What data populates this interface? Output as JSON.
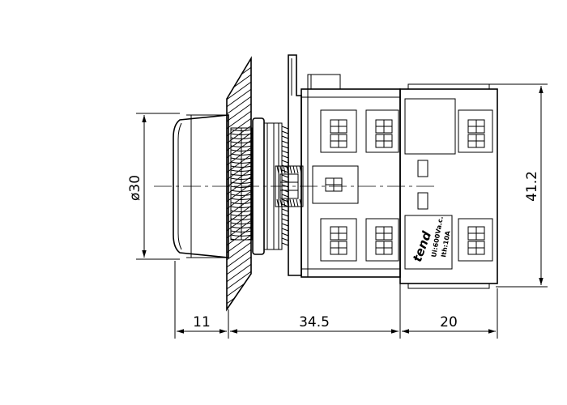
{
  "dimensions": {
    "diameter": "ø30",
    "height": "41.2",
    "width_front": "11",
    "width_body": "34.5",
    "width_block": "20"
  },
  "label": {
    "brand": "tend",
    "voltage": "Ui:600Va.c.",
    "current": "Ith:10A"
  }
}
